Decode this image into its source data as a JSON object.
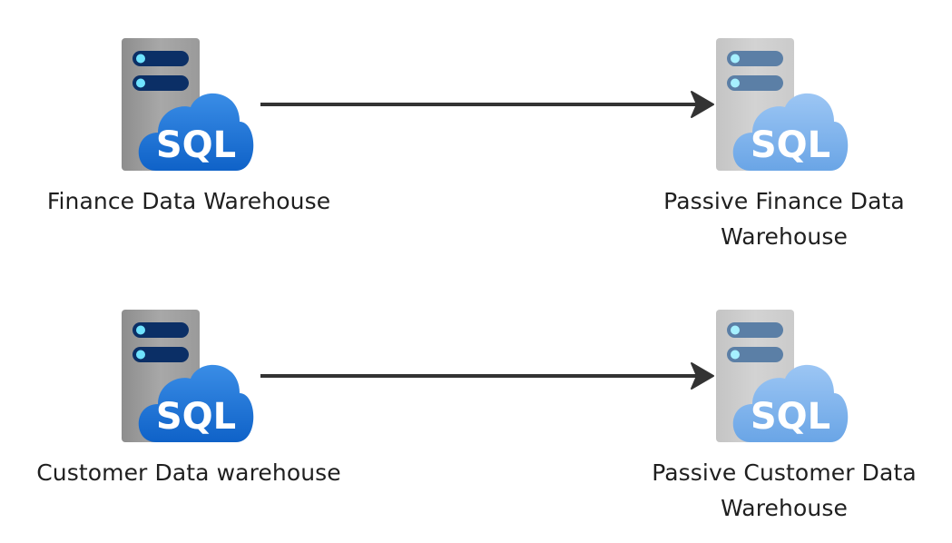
{
  "nodes": {
    "finance_dw": {
      "label": "Finance Data Warehouse",
      "icon": "sql-server-icon",
      "style": "active"
    },
    "passive_finance_dw": {
      "label_line1": "Passive Finance Data",
      "label_line2": "Warehouse",
      "icon": "sql-server-icon",
      "style": "passive"
    },
    "customer_dw": {
      "label": "Customer Data warehouse",
      "icon": "sql-server-icon",
      "style": "active"
    },
    "passive_customer_dw": {
      "label_line1": "Passive Customer Data",
      "label_line2": "Warehouse",
      "icon": "sql-server-icon",
      "style": "passive"
    }
  },
  "icon_text": "SQL",
  "edges": [
    {
      "from": "finance_dw",
      "to": "passive_finance_dw"
    },
    {
      "from": "customer_dw",
      "to": "passive_customer_dw"
    }
  ],
  "colors": {
    "arrow": "#333333",
    "active_cloud": "#1e73d6",
    "passive_cloud": "#7fb3ec",
    "server_body": "#a5a5a5",
    "active_slot": "#0b2f66",
    "passive_slot": "#5b7fa6",
    "slot_led": "#6fe3ff"
  }
}
